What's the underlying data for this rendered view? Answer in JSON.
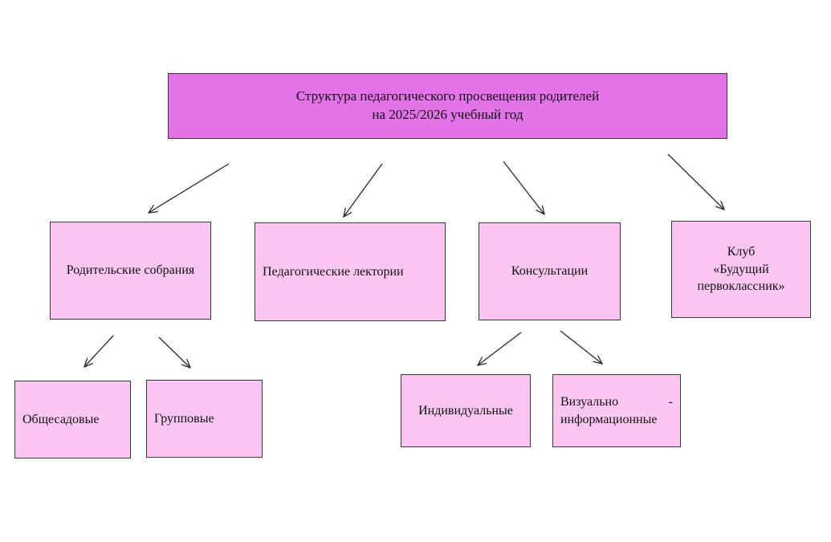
{
  "diagram": {
    "root": {
      "line1": "Структура педагогического просвещения родителей",
      "line2": "на 2025/2026 учебный год"
    },
    "level1": [
      {
        "label": "Родительские собрания"
      },
      {
        "label": "Педагогические лектории"
      },
      {
        "label": "Консультации"
      },
      {
        "lines": [
          "Клуб",
          "«Будущий",
          "первоклассник»"
        ]
      }
    ],
    "meetings_children": [
      {
        "label": "Общесадовые"
      },
      {
        "label": "Групповые"
      }
    ],
    "consultations_children": [
      {
        "label": "Индивидуальные"
      },
      {
        "word1": "Визуально",
        "dash": "-",
        "word2": "информационные"
      }
    ],
    "colors": {
      "root_fill": "#e472e8",
      "node_fill": "#fbc6f1",
      "border": "#3a3a3a"
    }
  }
}
